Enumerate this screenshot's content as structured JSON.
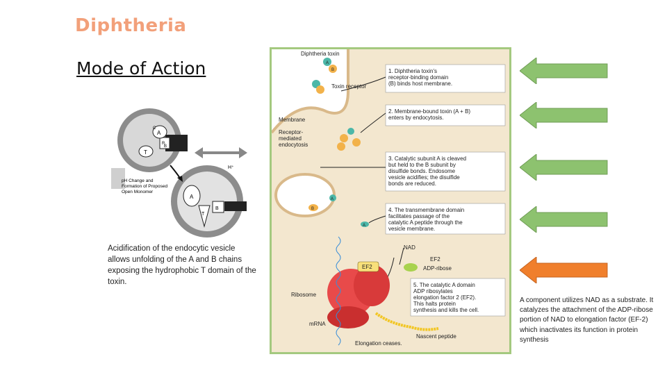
{
  "slide": {
    "title": "Diphtheria",
    "subtitle": "Mode of Action",
    "caption_left": "Acidification of the endocytic vesicle allows unfolding of the A and B chains exposing the hydrophobic T domain of the toxin.",
    "caption_right": "A component utilizes NAD as a substrate. It catalyzes the attachment of the ADP-ribose portion of NAD to elongation factor (EF-2) which inactivates its function in protein synthesis"
  },
  "left_figure": {
    "label_ph": "pH Change and",
    "label_formation": "Formation of Proposed",
    "label_monomer": "Open Monomer",
    "label_hplus": "H⁺",
    "domain_a": "A",
    "domain_r": "R",
    "domain_b": "B",
    "domain_t": "T",
    "domain_c": "C"
  },
  "main_figure": {
    "label_toxin": "Diphtheria toxin",
    "label_receptor": "Toxin receptor",
    "label_membrane": "Membrane",
    "label_rme_1": "Receptor-",
    "label_rme_2": "mediated",
    "label_rme_3": "endocytosis",
    "label_nad": "NAD",
    "label_ef2": "EF2",
    "label_ef2_box": "EF2",
    "label_adp": "ADP-ribose",
    "label_ribosome": "Ribosome",
    "label_mrna": "mRNA",
    "label_nascent": "Nascent peptide",
    "label_elongation": "Elongation ceases.",
    "sub_a": "A",
    "sub_b": "B",
    "step1": [
      "1. Diphtheria toxin's",
      "receptor-binding domain",
      "(B) binds host membrane."
    ],
    "step2": [
      "2. Membrane-bound toxin (A + B)",
      "enters by endocytosis."
    ],
    "step3": [
      "3. Catalytic subunit A is cleaved",
      "but held to the B subunit by",
      "disulfide bonds. Endosome",
      "vesicle acidifies; the disulfide",
      "bonds are reduced."
    ],
    "step4": [
      "4. The transmembrane domain",
      "facilitates passage of the",
      "catalytic A peptide through the",
      "vesicle membrane."
    ],
    "step5": [
      "5. The catalytic A domain",
      "ADP ribosylates",
      "elongation factor 2 (EF2).",
      "This halts protein",
      "synthesis and kills the cell."
    ]
  },
  "arrows": {
    "colors": {
      "green": "#8dc26f",
      "orange": "#f07f2c"
    },
    "items": [
      {
        "name": "step1-arrow",
        "color": "green"
      },
      {
        "name": "step2-arrow",
        "color": "green"
      },
      {
        "name": "step3-arrow",
        "color": "green"
      },
      {
        "name": "step4-arrow",
        "color": "green"
      },
      {
        "name": "step5-arrow",
        "color": "orange"
      }
    ]
  },
  "double_arrow": {
    "icon": "double-arrow-icon"
  }
}
